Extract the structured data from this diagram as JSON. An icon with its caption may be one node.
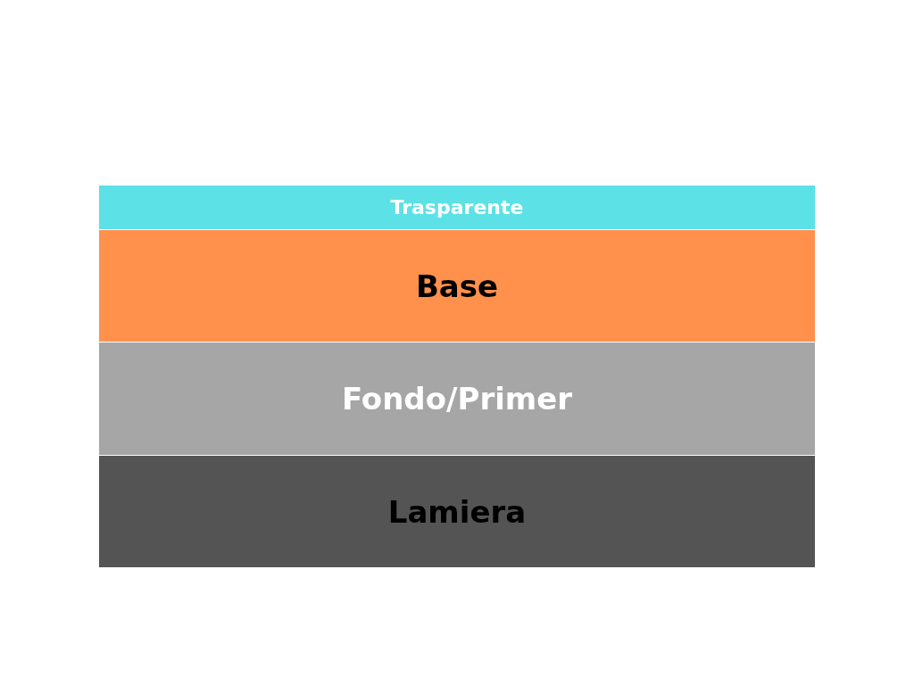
{
  "diagram": {
    "nodes": [
      {
        "text": [
          "Trasparente"
        ]
      },
      {
        "text": [
          "Base"
        ]
      },
      {
        "text": [
          "Fondo/Primer"
        ]
      },
      {
        "text": [
          "Lamiera"
        ]
      }
    ]
  }
}
